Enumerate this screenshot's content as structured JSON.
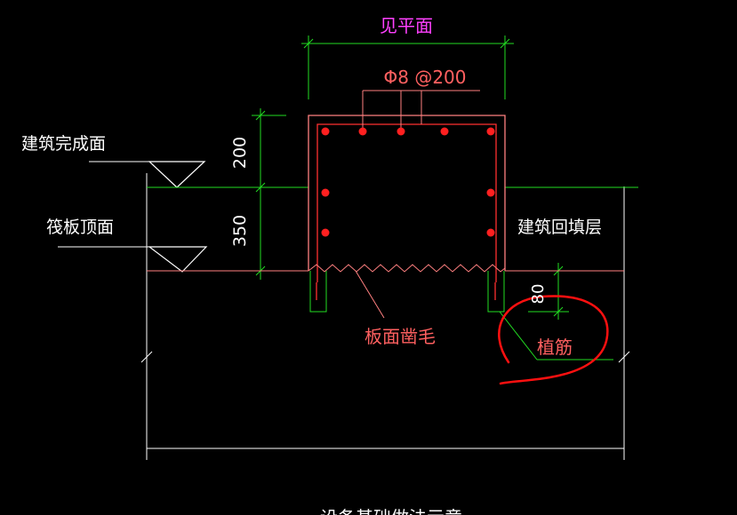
{
  "labels": {
    "top_dim": "见平面",
    "rebar_spec": "Φ8 @200",
    "finished_surface": "建筑完成面",
    "raft_top": "筏板顶面",
    "backfill": "建筑回填层",
    "roughening": "板面凿毛",
    "planted_bar": "植筋",
    "bottom_caption": "设备基础做法示意"
  },
  "dimensions": {
    "upper": "200",
    "lower": "350",
    "anchor": "80"
  },
  "colors": {
    "background": "#000000",
    "outline": "#ff8080",
    "rebar": "#ff2020",
    "dim_line": "#22dd22",
    "white_line": "#ffffff",
    "top_text": "#ff40ff",
    "red_text": "#ff6060",
    "circle": "#ff1010"
  }
}
